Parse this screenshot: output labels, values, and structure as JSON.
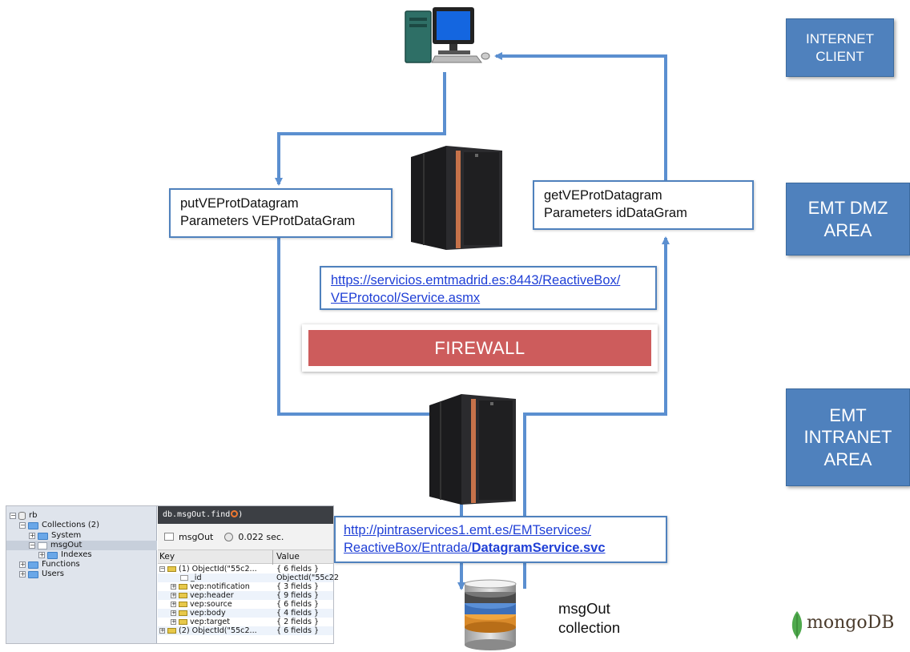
{
  "zones": {
    "internet": "INTERNET\nCLIENT",
    "dmz": "EMT DMZ\nAREA",
    "intranet": "EMT\nINTRANET\nAREA"
  },
  "put_box": {
    "line1": "putVEProtDatagram",
    "line2": "Parameters VEProtDataGram"
  },
  "get_box": {
    "line1": "getVEProtDatagram",
    "line2": "Parameters idDataGram"
  },
  "dmz_url": {
    "line1": "https://servicios.emtmadrid.es:8443/ReactiveBox/",
    "line2": "VEProtocol/Service.asmx"
  },
  "intranet_url": {
    "line1": "http://pintraservices1.emt.es/EMTservices/",
    "line2_prefix": "ReactiveBox/Entrada/",
    "line2_bold": "DatagramService.svc"
  },
  "firewall": "FIREWALL",
  "db_label": {
    "line1": "msgOut",
    "line2": "collection"
  },
  "mongo_logo": "mongoDB",
  "icons": [
    "computer-icon",
    "server-icon",
    "database-icon",
    "mongodb-leaf-icon"
  ],
  "colors": {
    "accent_blue": "#4f81bd",
    "firewall_red": "#cd5c5c",
    "link_blue": "#1f3fd6",
    "arrow_blue": "#5b8fd0"
  },
  "mongo_gui": {
    "tree": {
      "db": "rb",
      "collections": "Collections (2)",
      "system": "System",
      "msgout": "msgOut",
      "indexes": "Indexes",
      "functions": "Functions",
      "users": "Users"
    },
    "query_prefix": "db.msgOut.find",
    "query_suffix": ")",
    "collection": "msgOut",
    "time": "0.022 sec.",
    "columns": {
      "key": "Key",
      "value": "Value"
    },
    "rows": [
      {
        "key": "(1) ObjectId(\"55c2...",
        "value": "{ 6 fields }"
      },
      {
        "key": "_id",
        "value": "ObjectId(\"55c22"
      },
      {
        "key": "vep:notification",
        "value": "{ 3 fields }"
      },
      {
        "key": "vep:header",
        "value": "{ 9 fields }"
      },
      {
        "key": "vep:source",
        "value": "{ 6 fields }"
      },
      {
        "key": "vep:body",
        "value": "{ 4 fields }"
      },
      {
        "key": "vep:target",
        "value": "{ 2 fields }"
      },
      {
        "key": "(2) ObjectId(\"55c2...",
        "value": "{ 6 fields }"
      }
    ]
  }
}
